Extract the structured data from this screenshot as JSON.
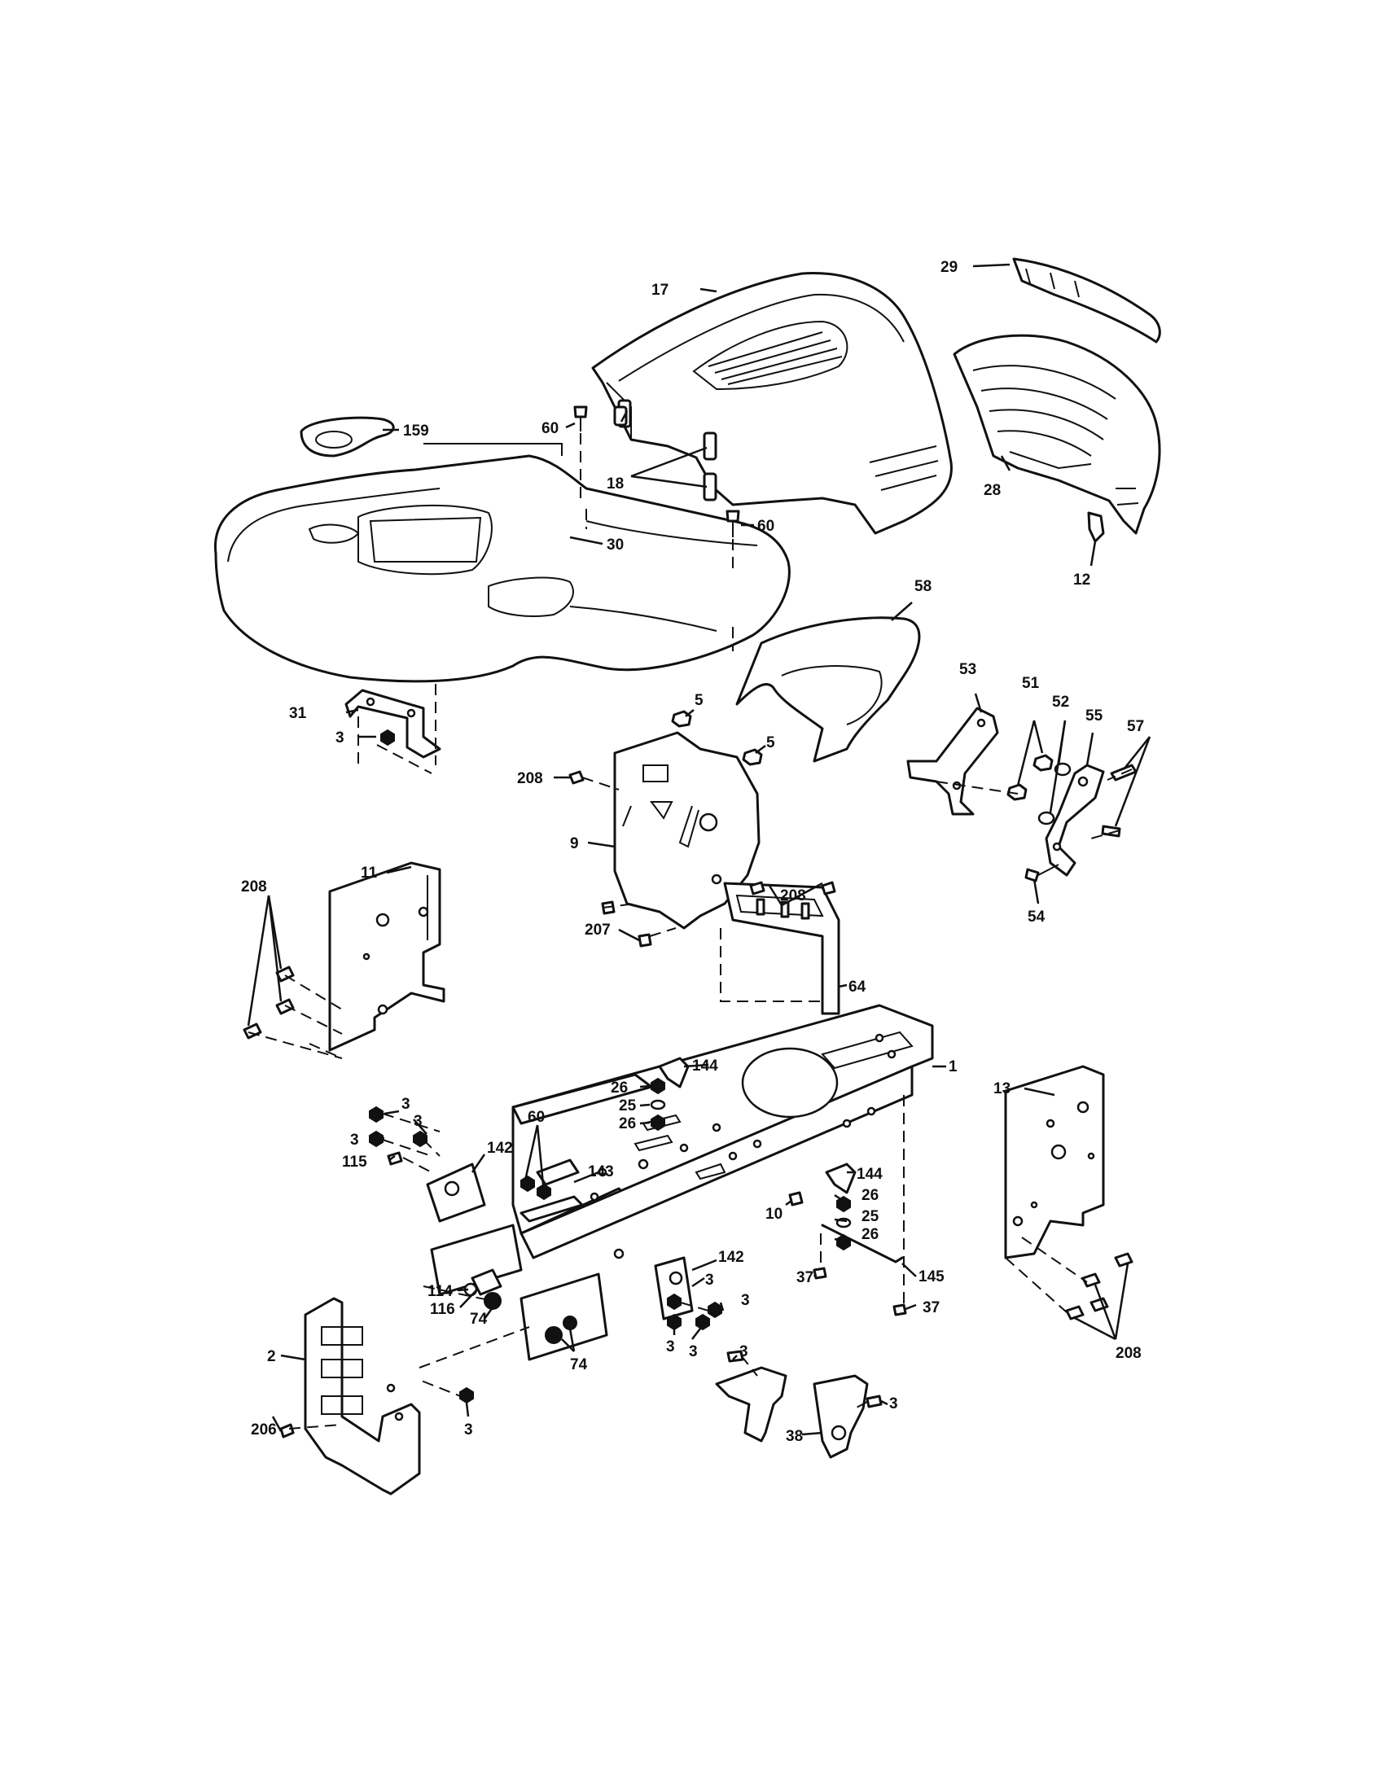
{
  "labels": {
    "p1": "1",
    "p2": "2",
    "p3": "3",
    "p5": "5",
    "p9": "9",
    "p10": "10",
    "p11": "11",
    "p12": "12",
    "p13": "13",
    "p17": "17",
    "p18": "18",
    "p25": "25",
    "p26": "26",
    "p28": "28",
    "p29": "29",
    "p30": "30",
    "p31": "31",
    "p37": "37",
    "p38": "38",
    "p51": "51",
    "p52": "52",
    "p53": "53",
    "p54": "54",
    "p55": "55",
    "p57": "57",
    "p58": "58",
    "p60": "60",
    "p64": "64",
    "p74": "74",
    "p114": "114",
    "p115": "115",
    "p116": "116",
    "p142": "142",
    "p143": "143",
    "p144": "144",
    "p145": "145",
    "p159": "159",
    "p206": "206",
    "p207": "207",
    "p208": "208"
  }
}
